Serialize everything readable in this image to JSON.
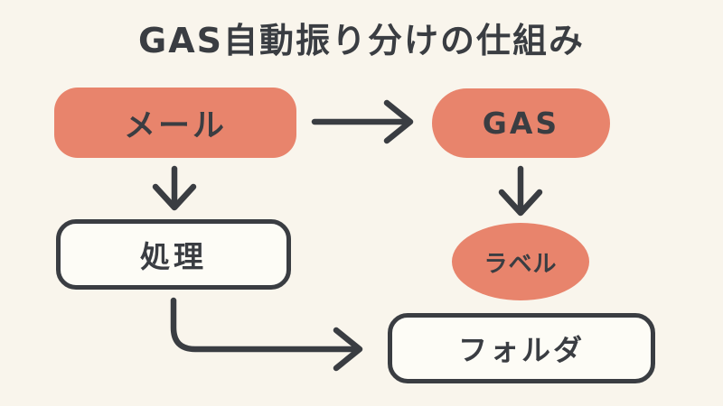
{
  "title": "GAS自動振り分けの仕組み",
  "colors": {
    "background": "#f9f5ec",
    "accent": "#e8846c",
    "ink": "#3a3d42",
    "node_fill": "#fdfcf6"
  },
  "nodes": [
    {
      "id": "mail",
      "label": "メール",
      "shape": "rounded-rect",
      "style": "filled-accent"
    },
    {
      "id": "gas",
      "label": "GAS",
      "shape": "pill",
      "style": "filled-accent"
    },
    {
      "id": "shori",
      "label": "処理",
      "shape": "rounded-rect",
      "style": "outlined"
    },
    {
      "id": "label",
      "label": "ラベル",
      "shape": "ellipse",
      "style": "filled-accent"
    },
    {
      "id": "folder",
      "label": "フォルダ",
      "shape": "rounded-rect",
      "style": "outlined"
    }
  ],
  "edges": [
    {
      "from": "mail",
      "to": "gas",
      "direction": "right"
    },
    {
      "from": "mail",
      "to": "shori",
      "direction": "down"
    },
    {
      "from": "gas",
      "to": "label",
      "direction": "down"
    },
    {
      "from": "shori",
      "to": "folder",
      "direction": "down-then-right"
    }
  ]
}
